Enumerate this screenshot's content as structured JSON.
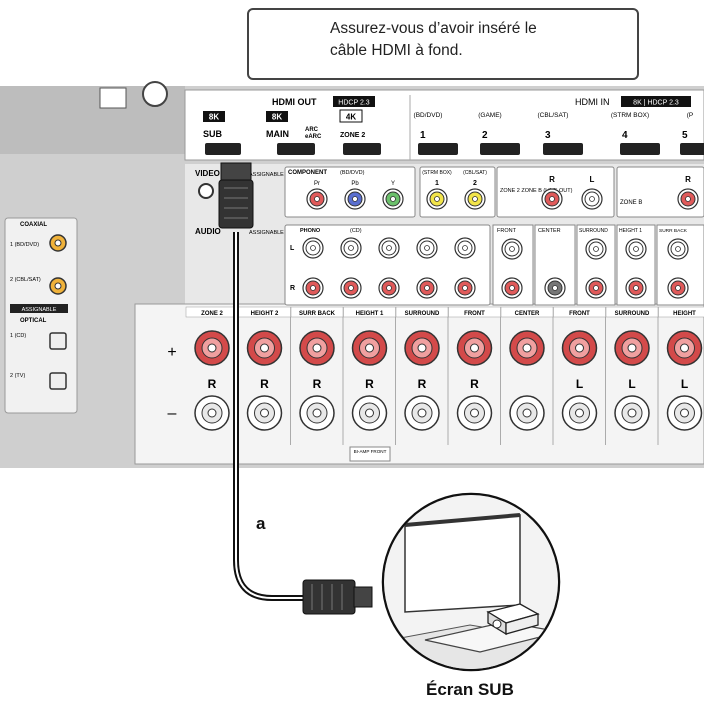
{
  "callout": {
    "line1": "Assurez-vous d’avoir inséré le",
    "line2": "câble HDMI à fond."
  },
  "cable_label": "a",
  "caption": "Écran SUB",
  "panel": {
    "hdmi_out": "HDMI OUT",
    "hdcp_out": "HDCP 2.3",
    "hdmi_in": "HDMI IN",
    "hdcp_in": "8K | HDCP 2.3",
    "badge_8k": "8K",
    "badge_4k": "4K",
    "sub": "SUB",
    "main": "MAIN",
    "arc": "ARC",
    "earc": "eARC",
    "zone2": "ZONE 2",
    "in_labels": [
      "(BD/DVD)",
      "(GAME)",
      "(CBL/SAT)",
      "(STRM BOX)",
      "(P"
    ],
    "in_numbers": [
      "1",
      "2",
      "3",
      "4",
      "5"
    ],
    "video": "VIDEO",
    "audio": "AUDIO",
    "assignable": "ASSIGNABLE",
    "component": "COMPONENT",
    "comp_src": "(BD/DVD)",
    "pr": "Pr",
    "pb": "Pb",
    "y": "Y",
    "strm_box": "(STRM BOX)",
    "cbl_sat": "(CBL/SAT)",
    "n1": "1",
    "n2": "2",
    "zone2_line": "ZONE 2 ZONE B (LINE OUT)",
    "zone_b": "ZONE B",
    "r": "R",
    "l": "L",
    "coaxial": "COAXIAL",
    "coax1": "1 (BD/DVD)",
    "coax2": "2 (CBL/SAT)",
    "optical": "OPTICAL",
    "opt1": "1 (CD)",
    "opt2": "2 (TV)",
    "phono": "PHONO",
    "cd": "(CD)",
    "front": "FRONT",
    "center": "CENTER",
    "surround": "SURROUND",
    "height1": "HEIGHT 1",
    "surr_back": "SURR BACK",
    "spk_labels": [
      "ZONE 2",
      "HEIGHT 2",
      "SURR BACK",
      "HEIGHT 1",
      "SURROUND",
      "FRONT",
      "CENTER",
      "FRONT",
      "SURROUND",
      "HEIGHT"
    ],
    "spk_sides": [
      "R",
      "R",
      "R",
      "R",
      "R",
      "R",
      "",
      "L",
      "L",
      "L"
    ],
    "plus": "+",
    "minus": "–",
    "biamp": "BI-AMP FRONT"
  }
}
